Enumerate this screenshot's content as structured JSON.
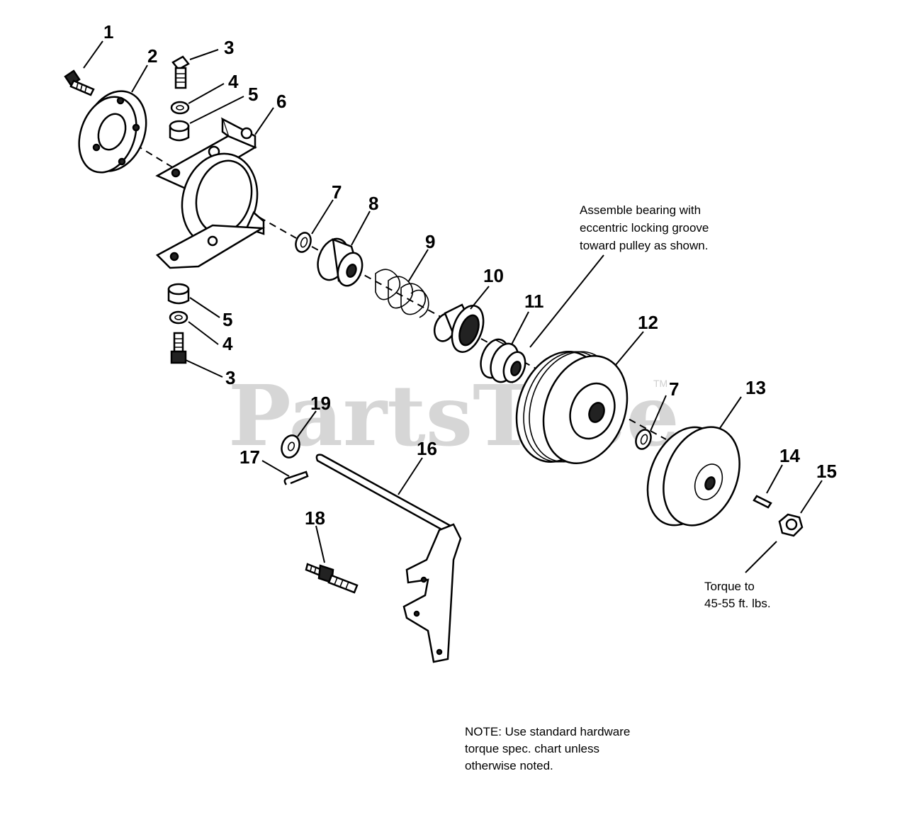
{
  "watermark": {
    "text": "PartsTree",
    "trademark": "TM"
  },
  "callouts": [
    "1",
    "2",
    "3",
    "4",
    "5",
    "6",
    "7",
    "8",
    "9",
    "10",
    "11",
    "12",
    "7",
    "13",
    "14",
    "15",
    "5",
    "4",
    "3",
    "19",
    "16",
    "17",
    "18"
  ],
  "notes": {
    "bearing": [
      "Assemble bearing with",
      "eccentric locking groove",
      "toward pulley as shown."
    ],
    "torque": [
      "Torque to",
      "45-55 ft. lbs."
    ],
    "hardware": [
      "NOTE:  Use standard hardware",
      "torque spec. chart unless",
      "otherwise noted."
    ]
  }
}
